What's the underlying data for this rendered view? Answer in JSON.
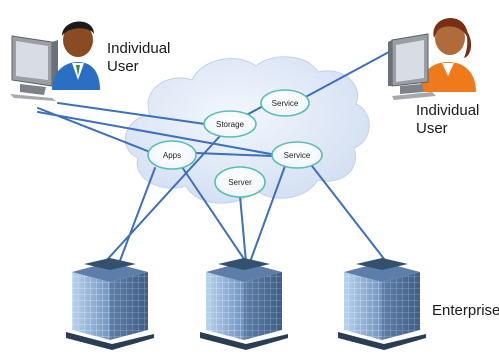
{
  "diagram": {
    "users": [
      {
        "line1": "Individual",
        "line2": "User"
      },
      {
        "line1": "Individual",
        "line2": "User"
      }
    ],
    "cloud_nodes": [
      "Storage",
      "Service",
      "Apps",
      "Service",
      "Server"
    ],
    "enterprises_label": "Enterprises"
  },
  "colors": {
    "cloud_fill": "#dde7f7",
    "link_line": "#3b6fbf",
    "node_stroke": "#5bbfae",
    "building_glass": "#8fb3d9",
    "building_top": "#5c7ea8",
    "user_left_shirt": "#2b6fc4",
    "user_right_shirt": "#ee7a1c"
  }
}
